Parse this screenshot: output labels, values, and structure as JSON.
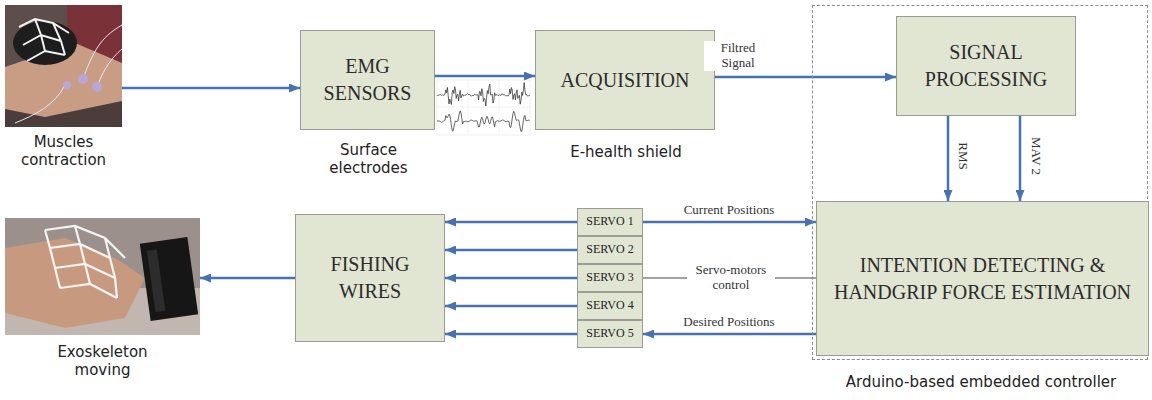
{
  "diagram": {
    "nodes": [
      {
        "text": [
          "Muscles contraction"
        ]
      },
      {
        "text": [
          "EMG SENSORS",
          "Surface electrodes"
        ]
      },
      {
        "text": [
          "ACQUISITION",
          "E-health shield"
        ]
      },
      {
        "text": [
          "Arduino-based embedded controller"
        ]
      },
      {
        "text": [
          "SIGNAL PROCESSING"
        ],
        "in": 3
      },
      {
        "text": [
          "Exoskeleton moving"
        ]
      },
      {
        "text": [
          "FISHING WIRES"
        ]
      },
      {
        "text": [
          "SERVO 1"
        ]
      },
      {
        "text": [
          "SERVO 2"
        ]
      },
      {
        "text": [
          "SERVO 3"
        ]
      },
      {
        "text": [
          "SERVO 4"
        ]
      },
      {
        "text": [
          "SERVO 5"
        ]
      },
      {
        "text": [
          "INTENTION DETECTING & HANDGRIP FORCE ESTIMATION"
        ],
        "in": 3
      }
    ],
    "edges": [
      {
        "from": 0,
        "to": 1,
        "arrow": "to"
      },
      {
        "from": 1,
        "to": 2,
        "arrow": "to"
      },
      {
        "from": 2,
        "to": 4,
        "label": "Filtred Signal",
        "arrow": "to"
      },
      {
        "from": 4,
        "to": 12,
        "label": "RMS",
        "arrow": "to"
      },
      {
        "from": 4,
        "to": 12,
        "label": "MAV 2",
        "arrow": "to"
      },
      {
        "from": 7,
        "to": 12,
        "label": "Current Positions",
        "arrow": "to"
      },
      {
        "from": 9,
        "to": 12,
        "label": "Servo-motors control",
        "arrow": "none"
      },
      {
        "from": 12,
        "to": 11,
        "label": "Desired Positions",
        "arrow": "to"
      },
      {
        "from": 7,
        "to": 6,
        "arrow": "to"
      },
      {
        "from": 8,
        "to": 6,
        "arrow": "to"
      },
      {
        "from": 9,
        "to": 6,
        "arrow": "to"
      },
      {
        "from": 10,
        "to": 6,
        "arrow": "to"
      },
      {
        "from": 11,
        "to": 6,
        "arrow": "to"
      },
      {
        "from": 6,
        "to": 5,
        "arrow": "to"
      }
    ]
  }
}
